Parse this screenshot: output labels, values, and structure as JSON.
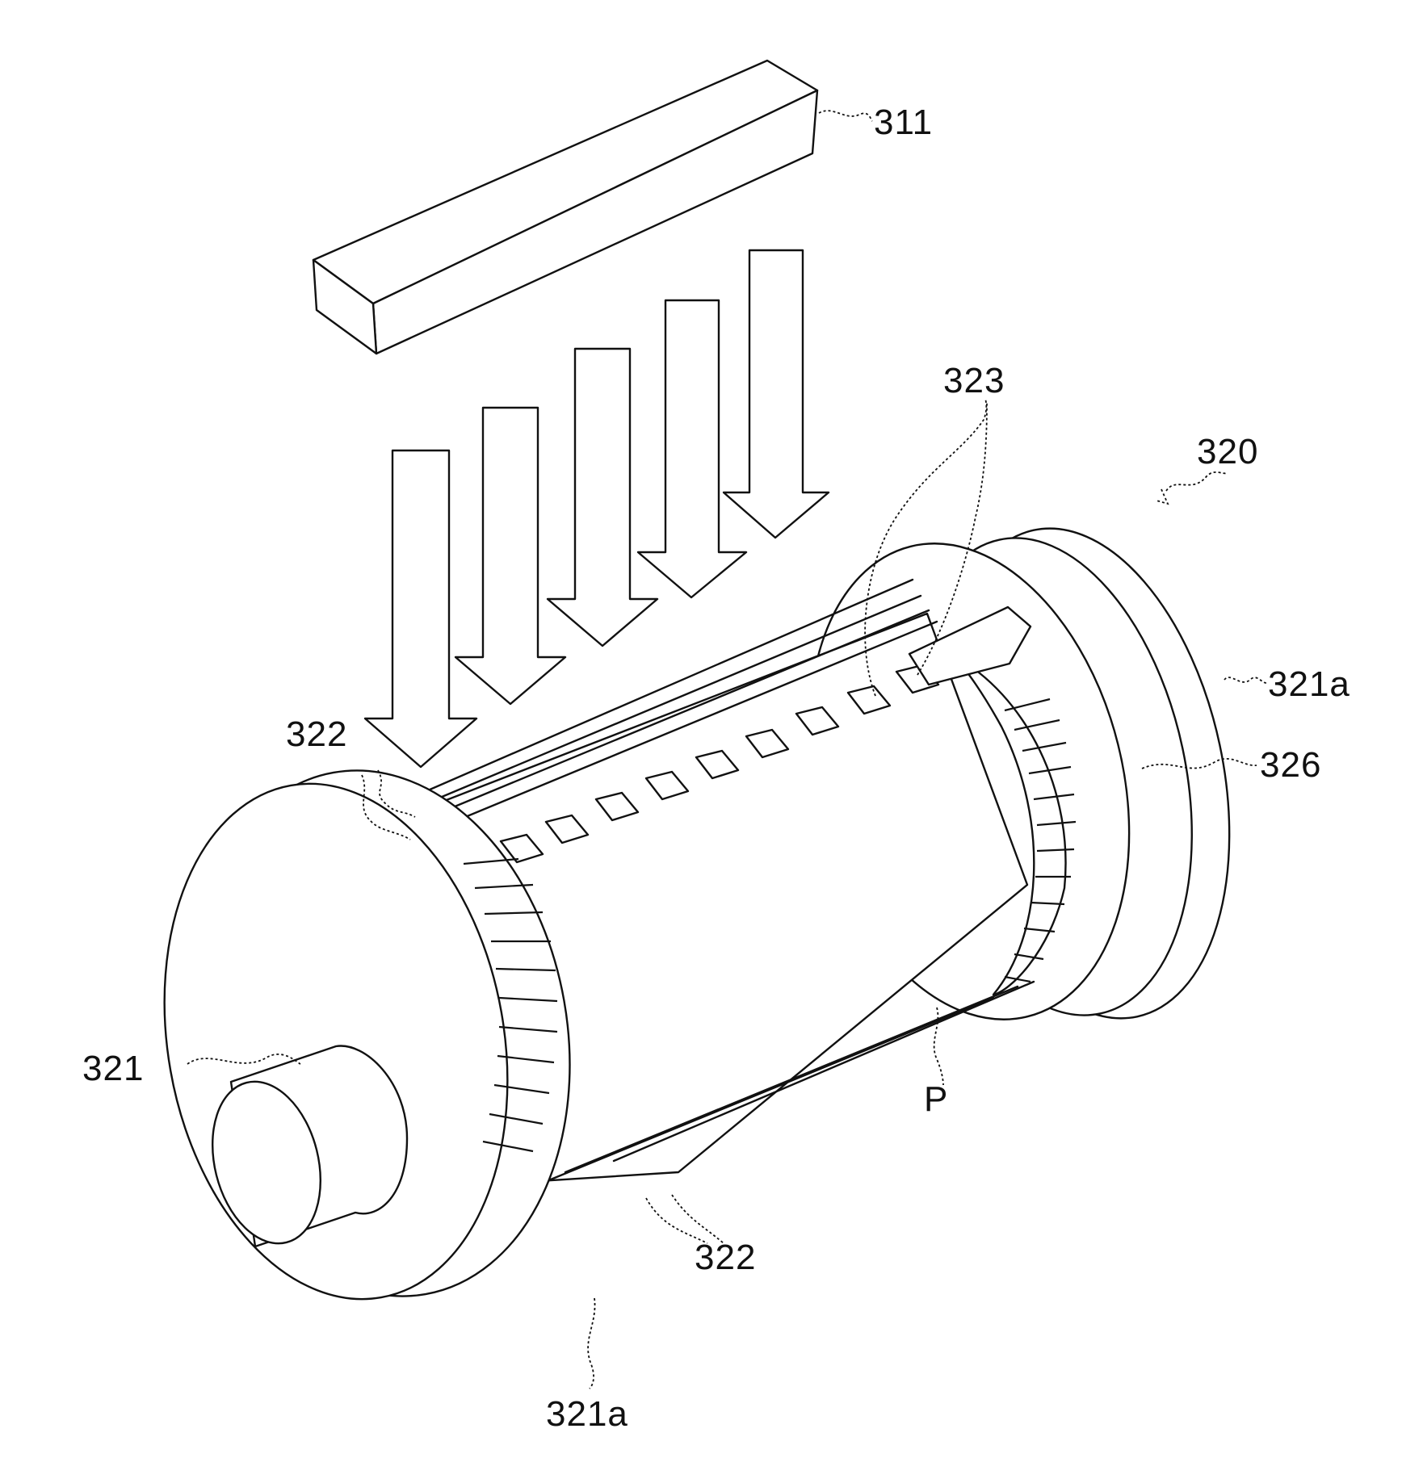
{
  "labels": {
    "source": "311",
    "device": "320",
    "shaft": "321",
    "flange_right": "321a",
    "flange_bottom": "321a",
    "rod_top": "322",
    "rod_bottom": "322",
    "slits": "323",
    "hatched_ring": "326",
    "print_medium": "P"
  },
  "colors": {
    "line": "#111111",
    "background": "#ffffff"
  }
}
